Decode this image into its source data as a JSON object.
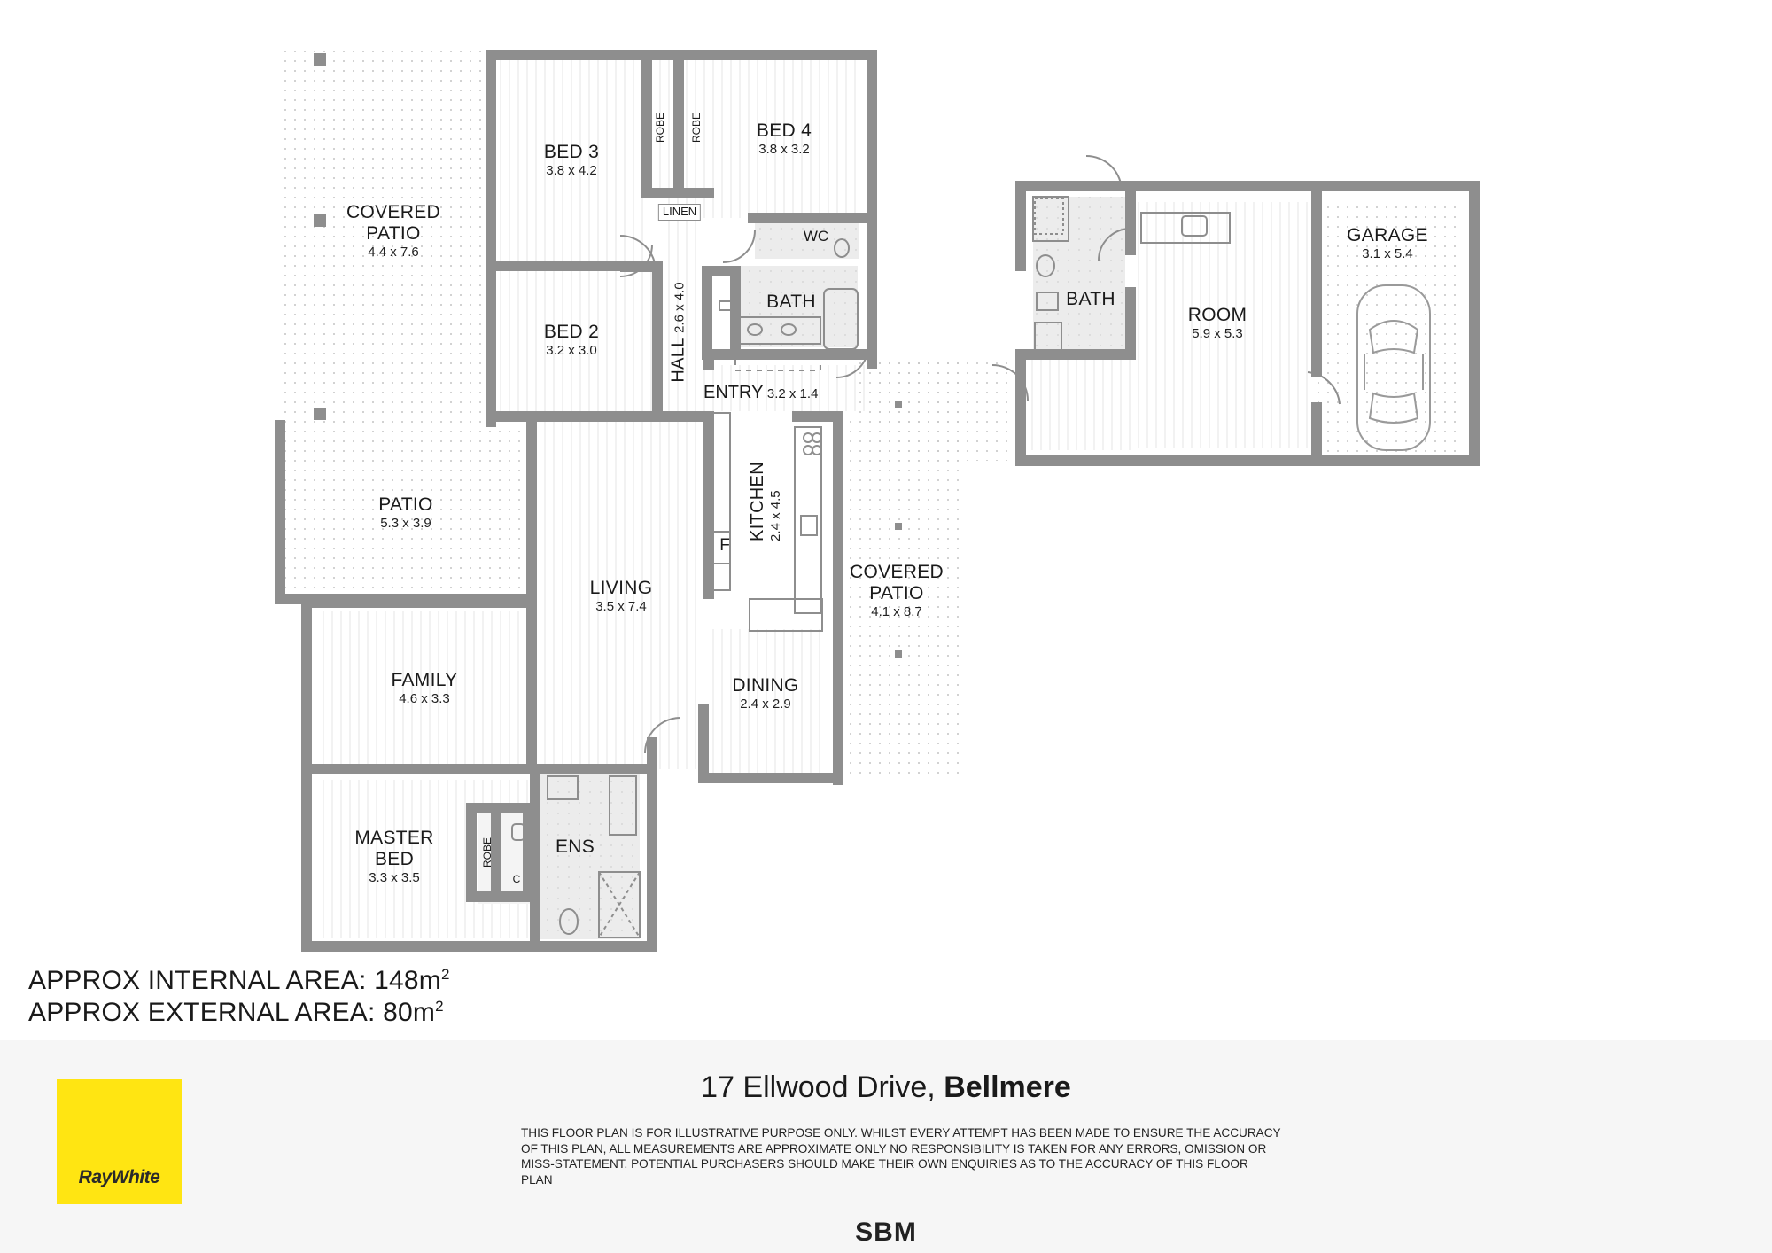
{
  "rooms": {
    "covered_patio_west": {
      "name": "COVERED\nPATIO",
      "dim": "4.4 x 7.6"
    },
    "bed3": {
      "name": "BED 3",
      "dim": "3.8 x 4.2"
    },
    "bed4": {
      "name": "BED 4",
      "dim": "3.8 x 3.2"
    },
    "bed2": {
      "name": "BED 2",
      "dim": "3.2 x 3.0"
    },
    "patio": {
      "name": "PATIO",
      "dim": "5.3 x 3.9"
    },
    "living": {
      "name": "LIVING",
      "dim": "3.5 x 7.4"
    },
    "family": {
      "name": "FAMILY",
      "dim": "4.6 x 3.3"
    },
    "master_bed": {
      "name": "MASTER\nBED",
      "dim": "3.3 x 3.5"
    },
    "dining": {
      "name": "DINING",
      "dim": "2.4 x 2.9"
    },
    "covered_patio_east": {
      "name": "COVERED\nPATIO",
      "dim": "4.1 x 8.7"
    },
    "room": {
      "name": "ROOM",
      "dim": "5.9 x 5.3"
    },
    "garage": {
      "name": "GARAGE",
      "dim": "3.1 x 5.4"
    },
    "hall": {
      "name": "HALL",
      "dim": "2.6 x 4.0"
    },
    "kitchen": {
      "name": "KITCHEN",
      "dim": "2.4 x 4.5"
    },
    "entry": {
      "name": "ENTRY",
      "dim": "3.2 x 1.4"
    },
    "bath_main": {
      "name": "BATH"
    },
    "bath_annex": {
      "name": "BATH"
    },
    "ens": {
      "name": "ENS"
    },
    "wc": {
      "name": "WC"
    },
    "linen": {
      "name": "LINEN"
    },
    "robe": "ROBE",
    "fridge": "F",
    "cupboard": "C"
  },
  "areas": {
    "internal_label": "APPROX INTERNAL AREA:",
    "internal_value": "148m",
    "external_label": "APPROX EXTERNAL AREA:",
    "external_value": "80m",
    "unit_superscript": "2"
  },
  "footer": {
    "address_street": "17 Ellwood Drive,",
    "address_suburb": "Bellmere",
    "disclaimer": "THIS FLOOR PLAN IS FOR ILLUSTRATIVE PURPOSE ONLY. WHILST EVERY ATTEMPT HAS BEEN MADE TO ENSURE THE ACCURACY OF THIS PLAN, ALL MEASUREMENTS ARE APPROXIMATE ONLY NO RESPONSIBILITY IS TAKEN FOR ANY ERRORS, OMISSION OR MISS-STATEMENT. POTENTIAL PURCHASERS SHOULD MAKE THEIR OWN ENQUIRIES AS TO THE ACCURACY OF THIS FLOOR PLAN",
    "logo_text": "RayWhite",
    "credit": "SBM"
  },
  "colors": {
    "wall": "#8e8e8e",
    "floor_line": "#e3e3e3",
    "patio_dot": "#c9c9c9",
    "logo_yellow": "#ffe512"
  }
}
